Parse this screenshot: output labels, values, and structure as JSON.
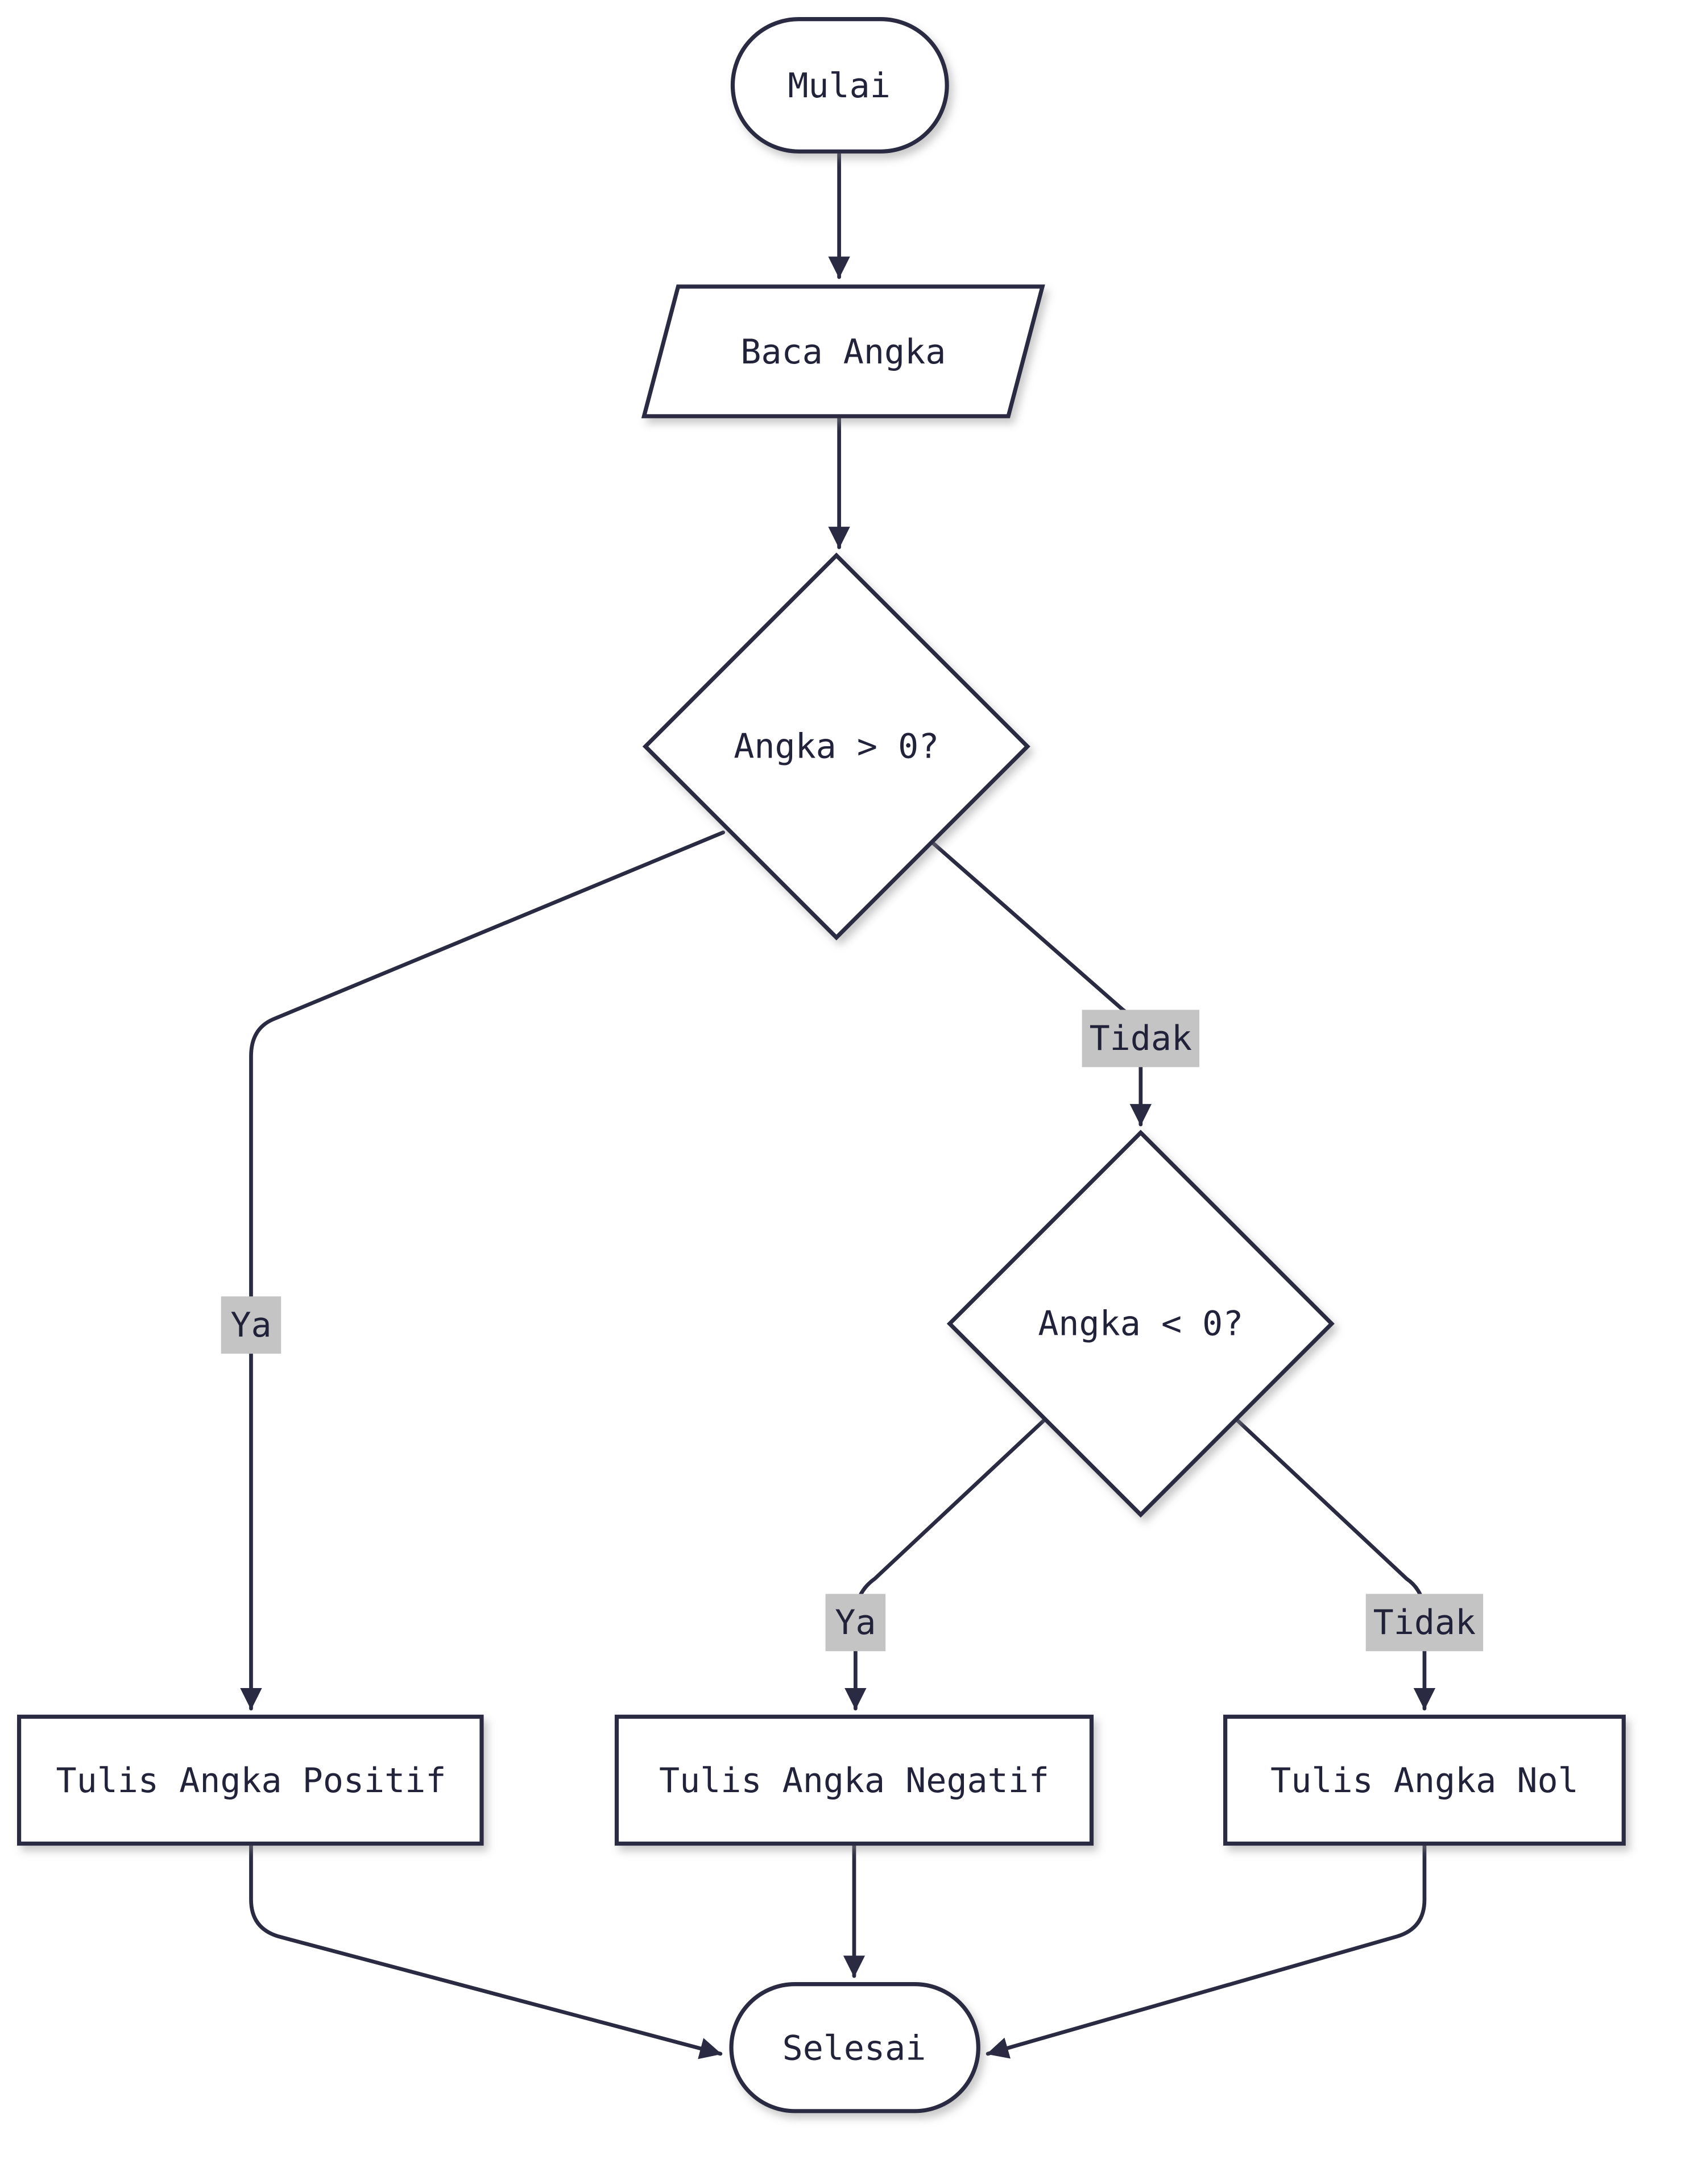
{
  "nodes": {
    "start": {
      "label": "Mulai",
      "type": "stadium"
    },
    "read": {
      "label": "Baca Angka",
      "type": "parallelogram"
    },
    "check_positive": {
      "label": "Angka > 0?",
      "type": "diamond"
    },
    "check_negative": {
      "label": "Angka < 0?",
      "type": "diamond"
    },
    "write_positive": {
      "label": "Tulis Angka Positif",
      "type": "rect"
    },
    "write_negative": {
      "label": "Tulis Angka Negatif",
      "type": "rect"
    },
    "write_zero": {
      "label": "Tulis Angka Nol",
      "type": "rect"
    },
    "end": {
      "label": "Selesai",
      "type": "stadium"
    }
  },
  "edge_labels": {
    "yes1": "Ya",
    "no1": "Tidak",
    "yes2": "Ya",
    "no2": "Tidak"
  },
  "colors": {
    "stroke": "#2a2a42",
    "fill": "#ffffff",
    "text": "#21213a",
    "label_bg": "#c4c4c4",
    "bg": "#ffffff"
  }
}
